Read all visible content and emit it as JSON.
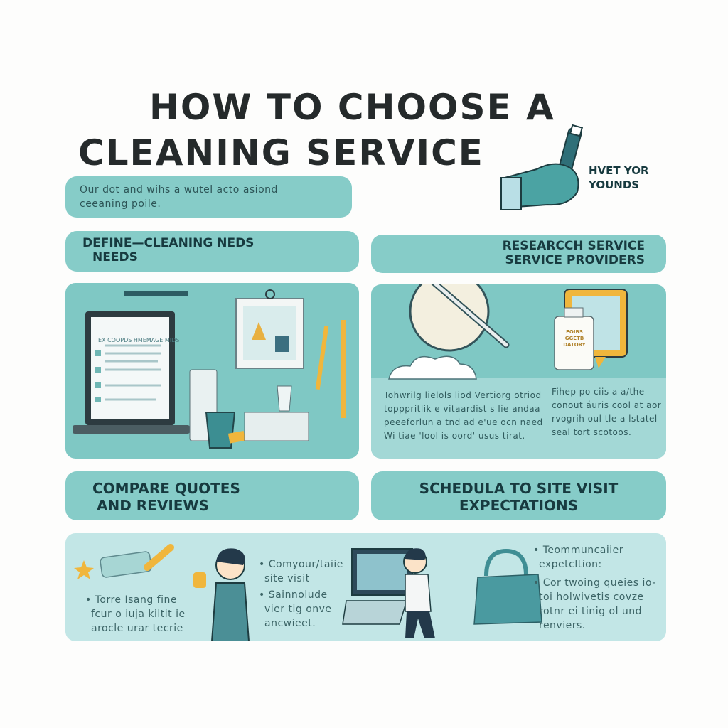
{
  "title": {
    "line1": "HOW TO CHOOSE  A",
    "line2": "CLEANING  SERVICE"
  },
  "hand_caption": {
    "line1": "HVET YOR",
    "line2": "YOUNDS"
  },
  "intro": {
    "line1": "Our dot and wihs a wutel acto asiond",
    "line2": "ceeaning poile."
  },
  "sections": {
    "define": {
      "line1": "DEFINE—CLEANING NEDS",
      "line2": "NEEDS",
      "screen_heading": "EX COOPDS HMEMAGE MIDS"
    },
    "research": {
      "line1": "RESEARCCH SERVICE",
      "line2": "SERVICE PROVIDERS",
      "bottle_label": [
        "FOIBS",
        "GGETB",
        "DATORY"
      ],
      "text_left": [
        "Tohwrilg lielols liod Vertiorg otriod",
        "topppritlik e vitaardist s lie andaa",
        "peeeforlun a tnd ad e'ue ocn naed",
        "Wi tiae 'lool is oord' usus tirat."
      ],
      "text_right": [
        "Fihep po ciis a a/the",
        "conout áuris cool at aor",
        "rvogrih oul tle a lstatel",
        "seal tort scotoos."
      ]
    },
    "compare": {
      "line1": "COMPARE  QUOTES",
      "line2": "AND  REVIEWS"
    },
    "schedule": {
      "line1": "SCHEDULA  TO  SITE  VISIT",
      "line2": "EXPECTATIONS"
    }
  },
  "bottom": {
    "col1": [
      "Torre Isang fine",
      "fcur o iuja kiltit ie",
      "arocle urar tecrie"
    ],
    "col2a": [
      "Comyour/taiie",
      "site visit"
    ],
    "col2b": [
      "Sainnolude",
      "vier tig onve",
      "ancwieet."
    ],
    "col3a": [
      "Teommuncaiier",
      "expetcltion:"
    ],
    "col3b": [
      "Cor twoing queies io-",
      "toi holwivetis covze",
      "rotnr ei tinig ol und",
      "renviers."
    ]
  },
  "colors": {
    "pill": "#86ccc8",
    "panel": "#7fc8c4",
    "panel_light": "#a3d8d6",
    "bottom_panel": "#c2e6e6",
    "heading": "#173a3f",
    "accent_yellow": "#f0b63c"
  }
}
